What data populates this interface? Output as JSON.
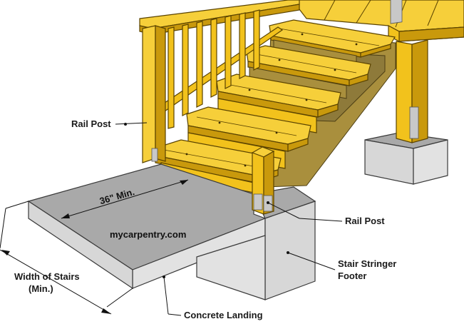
{
  "labels": {
    "rail_post_upper": "Rail Post",
    "rail_post_lower": "Rail Post",
    "stair_stringer_footer_line1": "Stair Stringer",
    "stair_stringer_footer_line2": "Footer",
    "concrete_landing": "Concrete Landing",
    "width_of_stairs_line1": "Width of Stairs",
    "width_of_stairs_line2": "(Min.)",
    "landing_depth": "36\" Min.",
    "watermark": "mycarpentry.com"
  },
  "colors": {
    "lumber": "#f2c21c",
    "concrete_top": "#a9a9a9",
    "concrete_side": "#d7d7d7"
  }
}
